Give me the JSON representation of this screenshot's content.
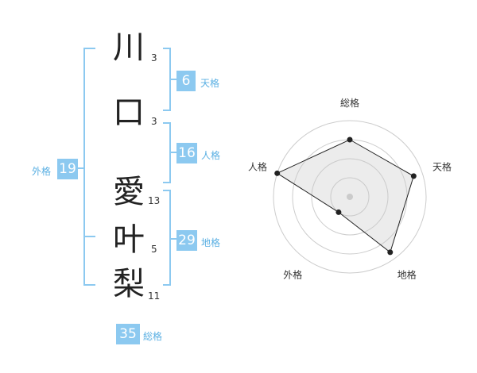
{
  "name": {
    "chars": [
      {
        "char": "川",
        "strokes": "3"
      },
      {
        "char": "口",
        "strokes": "3"
      },
      {
        "char": "愛",
        "strokes": "13"
      },
      {
        "char": "叶",
        "strokes": "5"
      },
      {
        "char": "梨",
        "strokes": "11"
      }
    ]
  },
  "grids": {
    "tenkaku": {
      "value": "6",
      "label": "天格"
    },
    "jinkaku": {
      "value": "16",
      "label": "人格"
    },
    "chikaku": {
      "value": "29",
      "label": "地格"
    },
    "gaikaku": {
      "value": "19",
      "label": "外格"
    },
    "soukaku": {
      "value": "35",
      "label": "総格"
    }
  },
  "colors": {
    "accent": "#8cc9f0",
    "label": "#5bb0e3",
    "bracket": "#8cc9f0"
  },
  "chart_data": {
    "type": "radar",
    "axes": [
      "総格",
      "天格",
      "地格",
      "外格",
      "人格"
    ],
    "values": [
      0.75,
      0.88,
      0.9,
      0.25,
      1.0
    ],
    "rings": 4,
    "range": [
      0,
      1
    ]
  }
}
